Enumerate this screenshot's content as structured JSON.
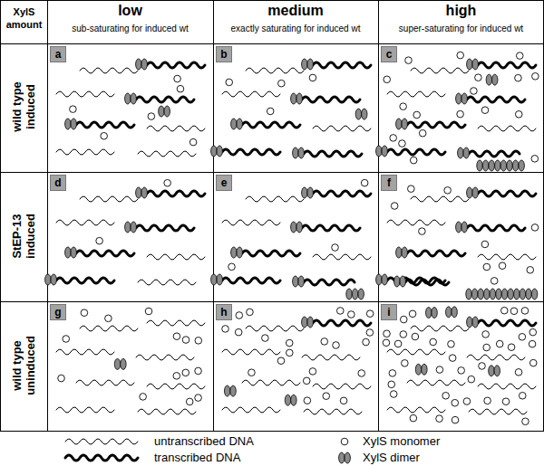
{
  "diagram": {
    "nodes": [
      {
        "text": [
          "a"
        ]
      },
      {
        "text": [
          "b"
        ]
      },
      {
        "text": [
          "c"
        ]
      },
      {
        "text": [
          "d"
        ]
      },
      {
        "text": [
          "e"
        ]
      },
      {
        "text": [
          "f"
        ]
      },
      {
        "text": [
          "g"
        ]
      },
      {
        "text": [
          "h"
        ]
      },
      {
        "text": [
          "i"
        ]
      }
    ],
    "labels": [
      "XylS amount",
      "low",
      "sub-saturating for induced wt",
      "medium",
      "exactly saturating for induced wt",
      "high",
      "super-saturating for induced wt",
      "wild type induced",
      "StEP-13 induced",
      "wild type uninduced"
    ],
    "legend": [
      {
        "text": "untranscribed DNA"
      },
      {
        "text": "XylS monomer"
      },
      {
        "text": "transcribed DNA"
      },
      {
        "text": "XylS dimer"
      }
    ]
  }
}
